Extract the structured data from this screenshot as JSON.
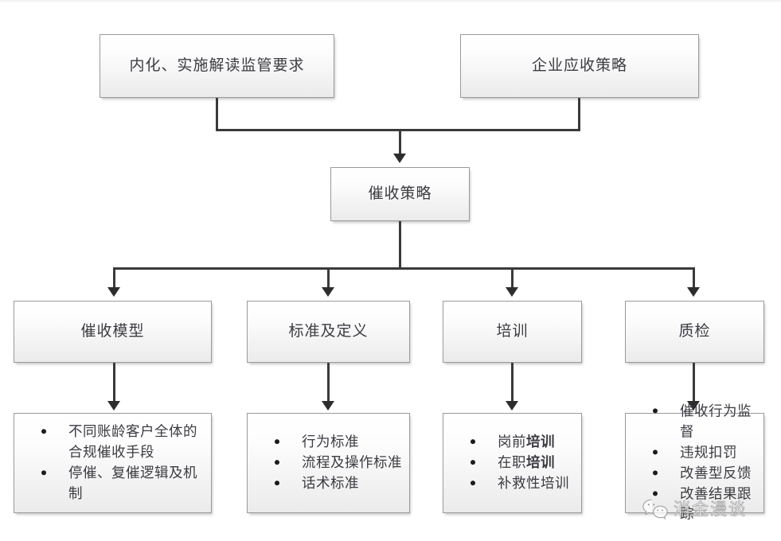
{
  "diagram": {
    "title_nodes": {
      "top_left": "内化、实施解读监管要求",
      "top_right": "企业应收策略",
      "center": "催收策略"
    },
    "branches": [
      {
        "label": "催收模型"
      },
      {
        "label": "标准及定义"
      },
      {
        "label": "培训"
      },
      {
        "label": "质检"
      }
    ],
    "details": [
      {
        "items": [
          {
            "text": "不同账龄客户全体的合规催收手段",
            "bold": ""
          },
          {
            "text": "停催、复催逻辑及机制",
            "bold": ""
          }
        ]
      },
      {
        "items": [
          {
            "text": "行为标准",
            "bold": ""
          },
          {
            "text": "流程及操作标准",
            "bold": ""
          },
          {
            "text": "话术标准",
            "bold": ""
          }
        ]
      },
      {
        "items": [
          {
            "text": "岗前",
            "bold": "培训"
          },
          {
            "text": "在职",
            "bold": "培训"
          },
          {
            "text": "补救性培训",
            "bold": ""
          }
        ]
      },
      {
        "items": [
          {
            "text": "催收行为监督",
            "bold": ""
          },
          {
            "text": "违规扣罚",
            "bold": ""
          },
          {
            "text": "改善型反馈",
            "bold": ""
          },
          {
            "text": "改善结果跟踪",
            "bold": ""
          }
        ]
      }
    ],
    "watermark": {
      "text": "消金漫谈",
      "icon": "wechat-icon"
    },
    "colors": {
      "box_border": "#9a9a9a",
      "box_fill_top": "#ffffff",
      "box_fill_bottom": "#ebebeb",
      "connector": "#3a3a3a",
      "text": "#3b3b42",
      "background": "#ffffff"
    }
  }
}
